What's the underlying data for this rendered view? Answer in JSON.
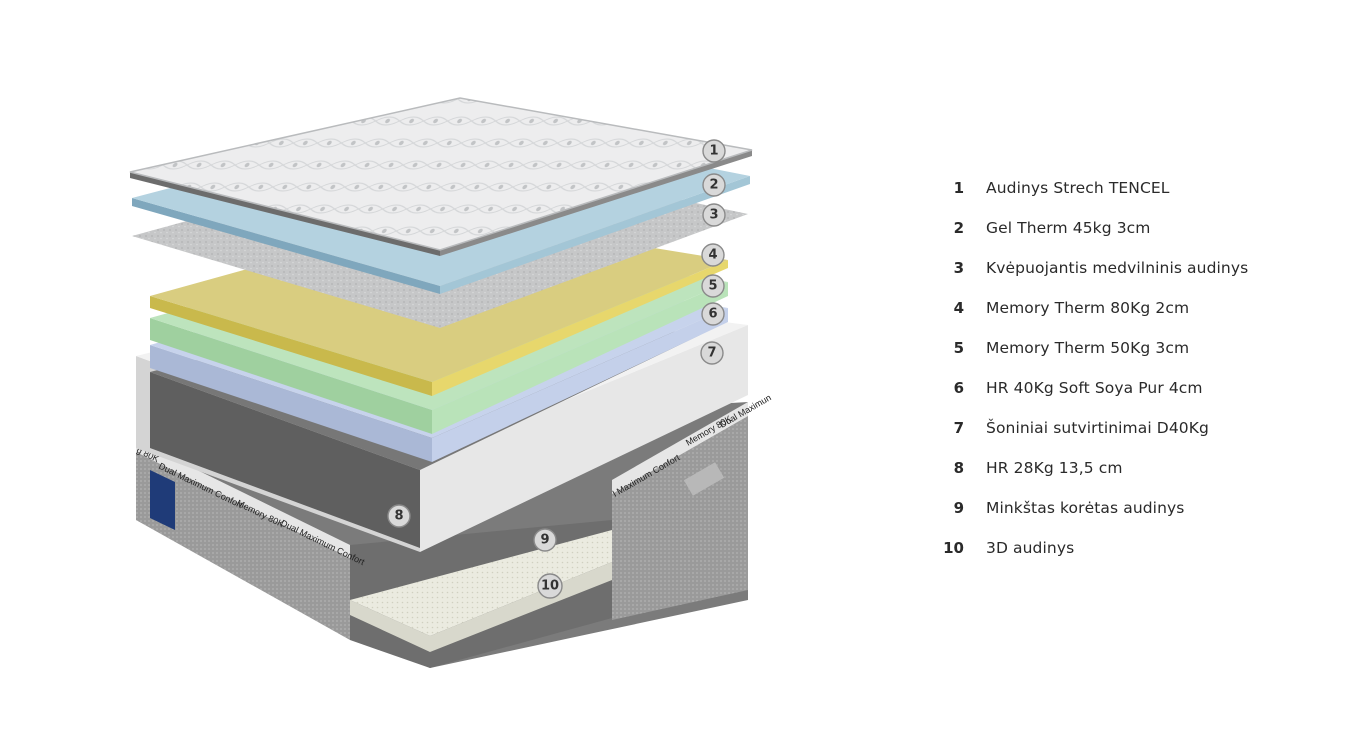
{
  "callouts": [
    {
      "num": "1"
    },
    {
      "num": "2"
    },
    {
      "num": "3"
    },
    {
      "num": "4"
    },
    {
      "num": "5"
    },
    {
      "num": "6"
    },
    {
      "num": "7"
    },
    {
      "num": "8"
    },
    {
      "num": "9"
    },
    {
      "num": "10"
    }
  ],
  "legend": [
    {
      "num": "1",
      "label": "Audinys Strech TENCEL"
    },
    {
      "num": "2",
      "label": "Gel Therm 45kg 3cm"
    },
    {
      "num": "3",
      "label": "Kvėpuojantis medvilninis audinys"
    },
    {
      "num": "4",
      "label": "Memory Therm 80Kg 2cm"
    },
    {
      "num": "5",
      "label": "Memory Therm 50Kg 3cm"
    },
    {
      "num": "6",
      "label": "HR 40Kg Soft Soya Pur 4cm"
    },
    {
      "num": "7",
      "label": "Šoniniai sutvirtinimai D40Kg"
    },
    {
      "num": "8",
      "label": "HR 28Kg 13,5 cm"
    },
    {
      "num": "9",
      "label": "Minkštas korėtas audinys"
    },
    {
      "num": "10",
      "label": "3D audinys"
    }
  ],
  "side_prints": {
    "left_1": "Dual Maximum Confort",
    "left_2": "Memory 80K",
    "left_3": "Dual Maximum Confort",
    "left_0": "g 80K",
    "right_1": "l Maximum Confort",
    "right_2": "Memory 80K",
    "right_3": "Dual Maximun"
  },
  "colors": {
    "top_cover": "#e9eaeb",
    "gel_layer": "#a9c9d9",
    "cotton_fabric": "#c9cacb",
    "memory_80": "#d8cc7c",
    "memory_50": "#aedbae",
    "hr_soya": "#b8c6e2",
    "side_reinforcement": "#e4e4e4",
    "hr_core": "#6a6a6a",
    "honeycomb_fabric": "#e9e9dd",
    "fabric_3d": "#8c8c8c"
  }
}
